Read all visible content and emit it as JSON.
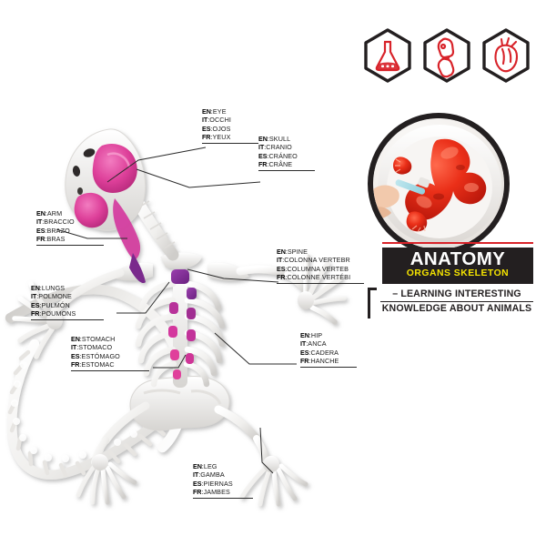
{
  "product": {
    "brand_title": "ANATOMY",
    "brand_subtitle": "ORGANS  SKELETON",
    "tagline_line1": "– LEARNING INTERESTING",
    "tagline_line2": "KNOWLEDGE ABOUT ANIMALS",
    "colors": {
      "black": "#231f20",
      "red": "#d8232a",
      "yellow": "#f5e400",
      "white": "#ffffff",
      "organ_pink": "#e0419b",
      "organ_purple": "#7a2a8c",
      "bone": "#f2f2f2"
    }
  },
  "badges": [
    {
      "name": "flask-icon",
      "label": "flask"
    },
    {
      "name": "bone-joint-icon",
      "label": "bone joint"
    },
    {
      "name": "heart-icon",
      "label": "heart"
    }
  ],
  "photo": {
    "name": "product-photo",
    "description": "red gel lizard model with brush"
  },
  "callouts": [
    {
      "id": "eye",
      "en_key": "EN",
      "en": "EYE",
      "it_key": "IT",
      "it": "OCCHI",
      "es_key": "ES",
      "es": "OJOS",
      "fr_key": "FR",
      "fr": "YEUX"
    },
    {
      "id": "skull",
      "en_key": "EN",
      "en": "SKULL",
      "it_key": "IT",
      "it": "CRANIO",
      "es_key": "ES",
      "es": "CRÁNEO",
      "fr_key": "FR",
      "fr": "CRÂNE"
    },
    {
      "id": "arm",
      "en_key": "EN",
      "en": "ARM",
      "it_key": "IT",
      "it": "BRACCIO",
      "es_key": "ES",
      "es": "BRAZO",
      "fr_key": "FR",
      "fr": "BRAS"
    },
    {
      "id": "lungs",
      "en_key": "EN",
      "en": "LUNGS",
      "it_key": "IT",
      "it": "POLMONE",
      "es_key": "ES",
      "es": "PULMÓN",
      "fr_key": "FR",
      "fr": "POUMONS"
    },
    {
      "id": "spine",
      "en_key": "EN",
      "en": "SPINE",
      "it_key": "IT",
      "it": "COLONNA VERTEBR",
      "es_key": "ES",
      "es": "COLUMNA VERTEB",
      "fr_key": "FR",
      "fr": "COLONNE VERTÉBI"
    },
    {
      "id": "stomach",
      "en_key": "EN",
      "en": "STOMACH",
      "it_key": "IT",
      "it": "STOMACO",
      "es_key": "ES",
      "es": "ESTÓMAGO",
      "fr_key": "FR",
      "fr": "ESTOMAC"
    },
    {
      "id": "hip",
      "en_key": "EN",
      "en": "HIP",
      "it_key": "IT",
      "it": "ANCA",
      "es_key": "ES",
      "es": "CADERA",
      "fr_key": "FR",
      "fr": "HANCHE"
    },
    {
      "id": "leg",
      "en_key": "EN",
      "en": "LEG",
      "it_key": "IT",
      "it": "GAMBA",
      "es_key": "ES",
      "es": "PIERNAS",
      "fr_key": "FR",
      "fr": "JAMBES"
    }
  ]
}
